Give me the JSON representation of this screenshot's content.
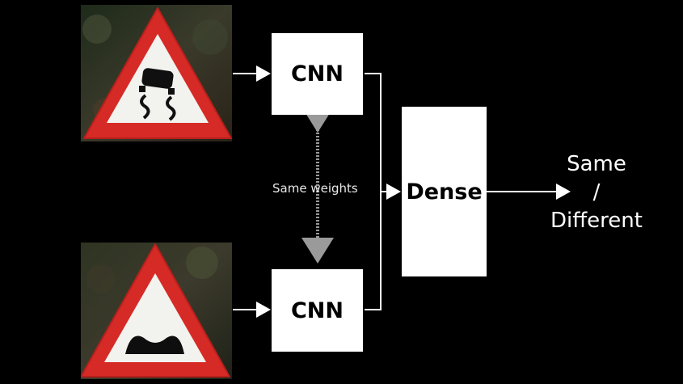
{
  "diagram": {
    "encoder_top_label": "CNN",
    "encoder_bottom_label": "CNN",
    "dense_label": "Dense",
    "shared_label": "Same weights",
    "output_line1": "Same",
    "output_line2": "/",
    "output_line3": "Different"
  },
  "images": {
    "top": {
      "icon": "slippery-road-sign-icon"
    },
    "bottom": {
      "icon": "speed-bump-sign-icon"
    }
  },
  "colors": {
    "background": "#000000",
    "sign_red": "#d62a26",
    "arrow_gray": "#9a9a9a"
  }
}
